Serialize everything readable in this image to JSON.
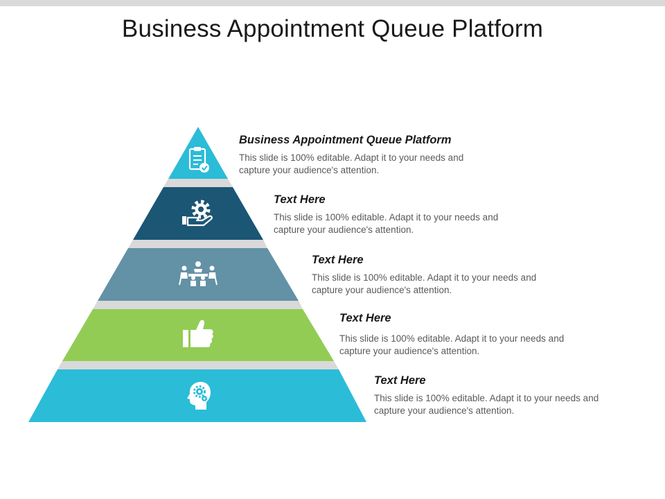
{
  "title": "Business Appointment Queue Platform",
  "colors": {
    "tier1": "#2bbcd8",
    "tier2": "#1b5675",
    "tier3": "#6391a6",
    "tier4": "#92cc55",
    "tier5": "#2bbcd8",
    "gap": "#d9d9d9",
    "icon": "#ffffff"
  },
  "tiers": [
    {
      "heading": "Business Appointment Queue Platform",
      "body": "This slide is 100% editable. Adapt it to your needs and capture your audience's attention.",
      "icon": "clipboard-check-icon"
    },
    {
      "heading": "Text Here",
      "body": "This slide is 100% editable. Adapt it to your needs and capture your audience's attention.",
      "icon": "hand-gear-icon"
    },
    {
      "heading": "Text Here",
      "body": "This slide is 100% editable. Adapt it to your needs and capture your audience's attention.",
      "icon": "team-meeting-icon"
    },
    {
      "heading": "Text Here",
      "body": "This slide is 100% editable. Adapt it to your needs and capture your audience's attention.",
      "icon": "thumbs-up-icon"
    },
    {
      "heading": "Text Here",
      "body": "This slide is 100% editable. Adapt it to your needs and capture your audience's attention.",
      "icon": "head-gears-icon"
    }
  ]
}
